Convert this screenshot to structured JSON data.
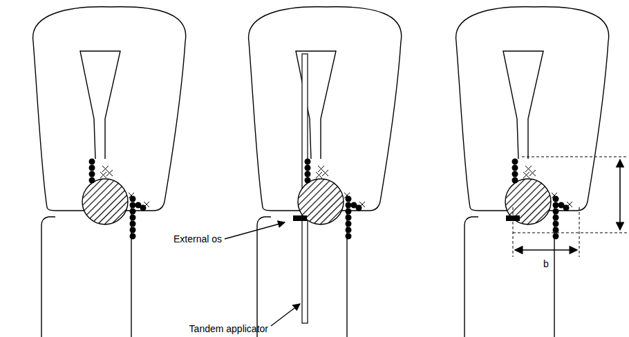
{
  "diagram": {
    "labels": [
      "External os",
      "Tandem applicator",
      "b"
    ]
  }
}
